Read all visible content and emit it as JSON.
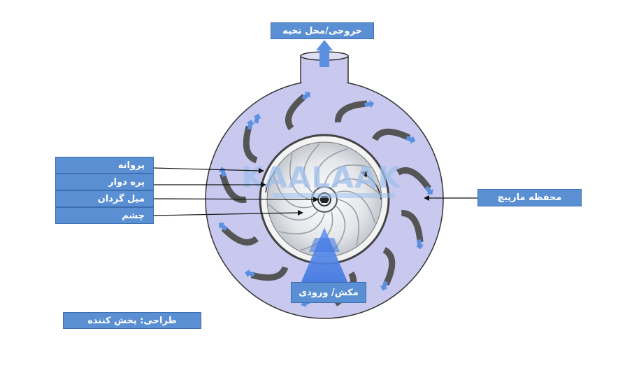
{
  "labels": {
    "outlet": "خروجی/محل تخیه",
    "impeller": "پروانه",
    "rotor_blade": "پره دوار",
    "shaft": "میل گردان",
    "eye": "چشم",
    "volute_casing": "محفظه مارپیچ",
    "suction_inlet": "مکش/ ورودی",
    "design_credit": "طراحی: پخش کننده"
  },
  "watermark": "KAALAAK",
  "colors": {
    "label_fill": "#5b8fd4",
    "casing_fill": "#c9c9ef",
    "arrow_blue": "#5b8fe0",
    "blade_gray": "#555555"
  }
}
